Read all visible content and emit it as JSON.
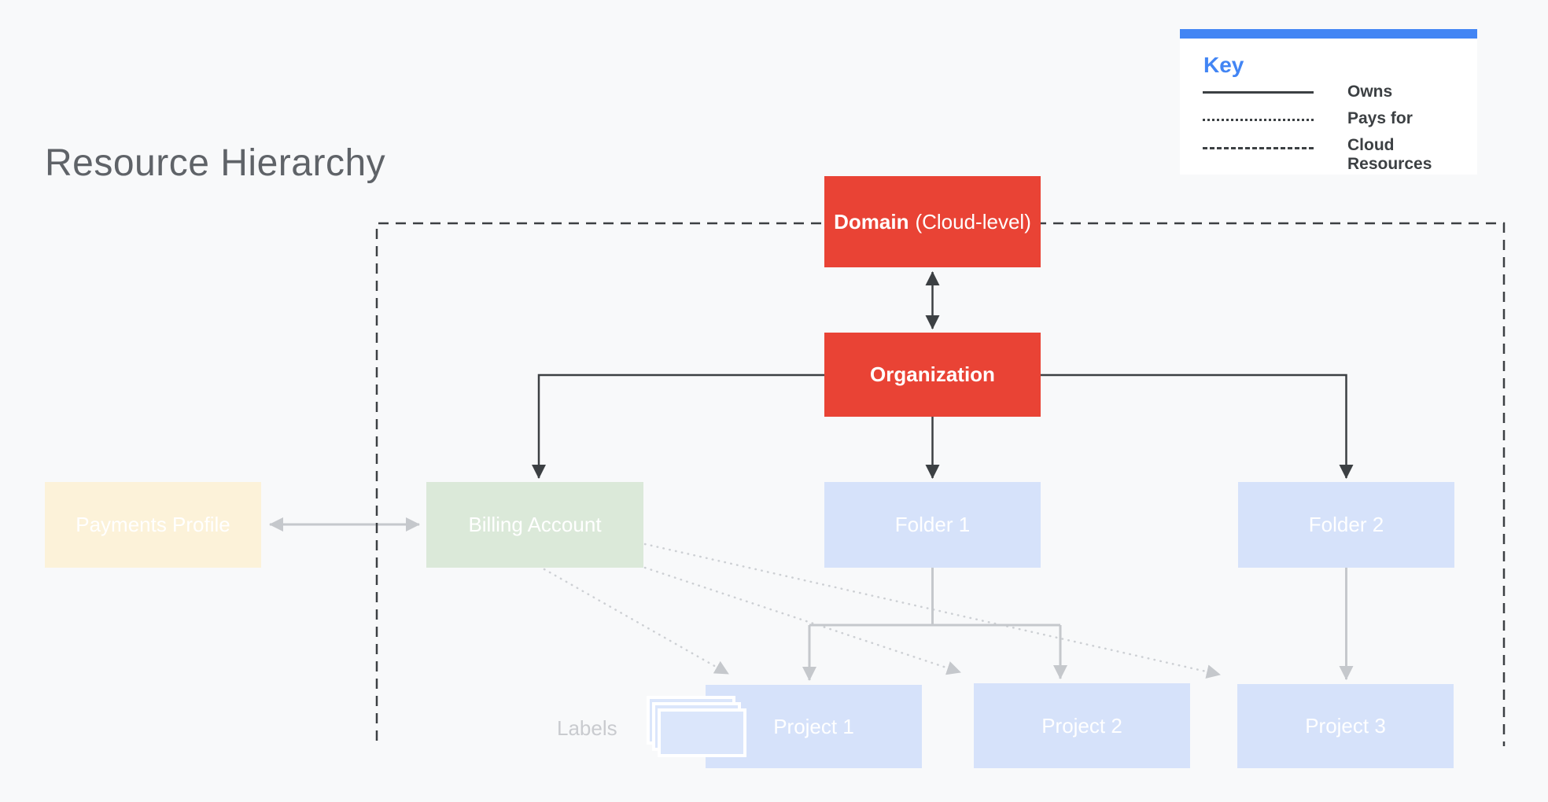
{
  "title": "Resource Hierarchy",
  "key": {
    "title": "Key",
    "items": [
      {
        "line_style": "solid",
        "label": "Owns"
      },
      {
        "line_style": "dotted",
        "label": "Pays for"
      },
      {
        "line_style": "dashed",
        "label": "Cloud Resources"
      }
    ]
  },
  "nodes": {
    "domain": {
      "title": "Domain",
      "suffix": "(Cloud-level)"
    },
    "organization": "Organization",
    "payments_profile": "Payments Profile",
    "billing_account": "Billing Account",
    "folder_1": "Folder 1",
    "folder_2": "Folder 2",
    "project_1": "Project 1",
    "project_2": "Project 2",
    "project_3": "Project 3"
  },
  "labels_caption": "Labels",
  "colors": {
    "background": "#f8f9fa",
    "org_red": "#e94335",
    "resource_blue": "#d6e2fa",
    "billing_green": "#dbe9d9",
    "payments_cream": "#fcf2d9",
    "key_accent_blue": "#4285f4",
    "line_dark": "#3c4043",
    "line_gray": "#c5c8cc",
    "title_gray": "#5f6368"
  }
}
